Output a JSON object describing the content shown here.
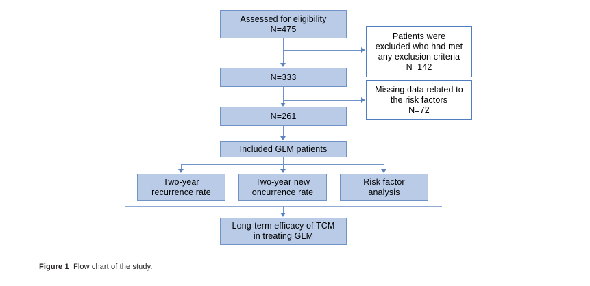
{
  "figure": {
    "caption_label": "Figure 1",
    "caption_text": "Flow chart of the study.",
    "colors": {
      "node_fill": "#b9cbe6",
      "node_fill_border": "#6f93c6",
      "node_outline_bg": "#ffffff",
      "node_outline_border": "#4f7fc0",
      "connector": "#6f93c6",
      "arrow": "#5b83c0",
      "text": "#000000",
      "background": "#ffffff"
    }
  },
  "chart_data": {
    "type": "diagram",
    "title": "Flow chart of the study",
    "nodes": [
      {
        "id": "assessed",
        "label": "Assessed for eligibility\nN=475",
        "style": "filled",
        "n": 475
      },
      {
        "id": "excluded",
        "label": "Patients were\nexcluded who had met\nany exclusion criteria\nN=142",
        "style": "outline",
        "n": 142
      },
      {
        "id": "n333",
        "label": "N=333",
        "style": "filled",
        "n": 333
      },
      {
        "id": "missing",
        "label": "Missing data related to\nthe risk factors\nN=72",
        "style": "outline",
        "n": 72
      },
      {
        "id": "n261",
        "label": "N=261",
        "style": "filled",
        "n": 261
      },
      {
        "id": "included",
        "label": "Included GLM patients",
        "style": "filled"
      },
      {
        "id": "recurrence",
        "label": "Two-year\nrecurrence rate",
        "style": "filled"
      },
      {
        "id": "oncurrence",
        "label": "Two-year new\noncurrence rate",
        "style": "filled"
      },
      {
        "id": "riskfactor",
        "label": "Risk factor\nanalysis",
        "style": "filled"
      },
      {
        "id": "efficacy",
        "label": "Long-term efficacy of TCM\nin treating GLM",
        "style": "filled"
      }
    ],
    "edges": [
      {
        "from": "assessed",
        "to": "n333",
        "type": "down"
      },
      {
        "from": "assessed",
        "to": "excluded",
        "type": "right"
      },
      {
        "from": "n333",
        "to": "n261",
        "type": "down"
      },
      {
        "from": "n333",
        "to": "missing",
        "type": "right"
      },
      {
        "from": "n261",
        "to": "included",
        "type": "down"
      },
      {
        "from": "included",
        "to": "recurrence",
        "type": "branch-down"
      },
      {
        "from": "included",
        "to": "oncurrence",
        "type": "branch-down"
      },
      {
        "from": "included",
        "to": "riskfactor",
        "type": "branch-down"
      },
      {
        "from": "included",
        "to": "efficacy",
        "type": "down"
      }
    ]
  }
}
